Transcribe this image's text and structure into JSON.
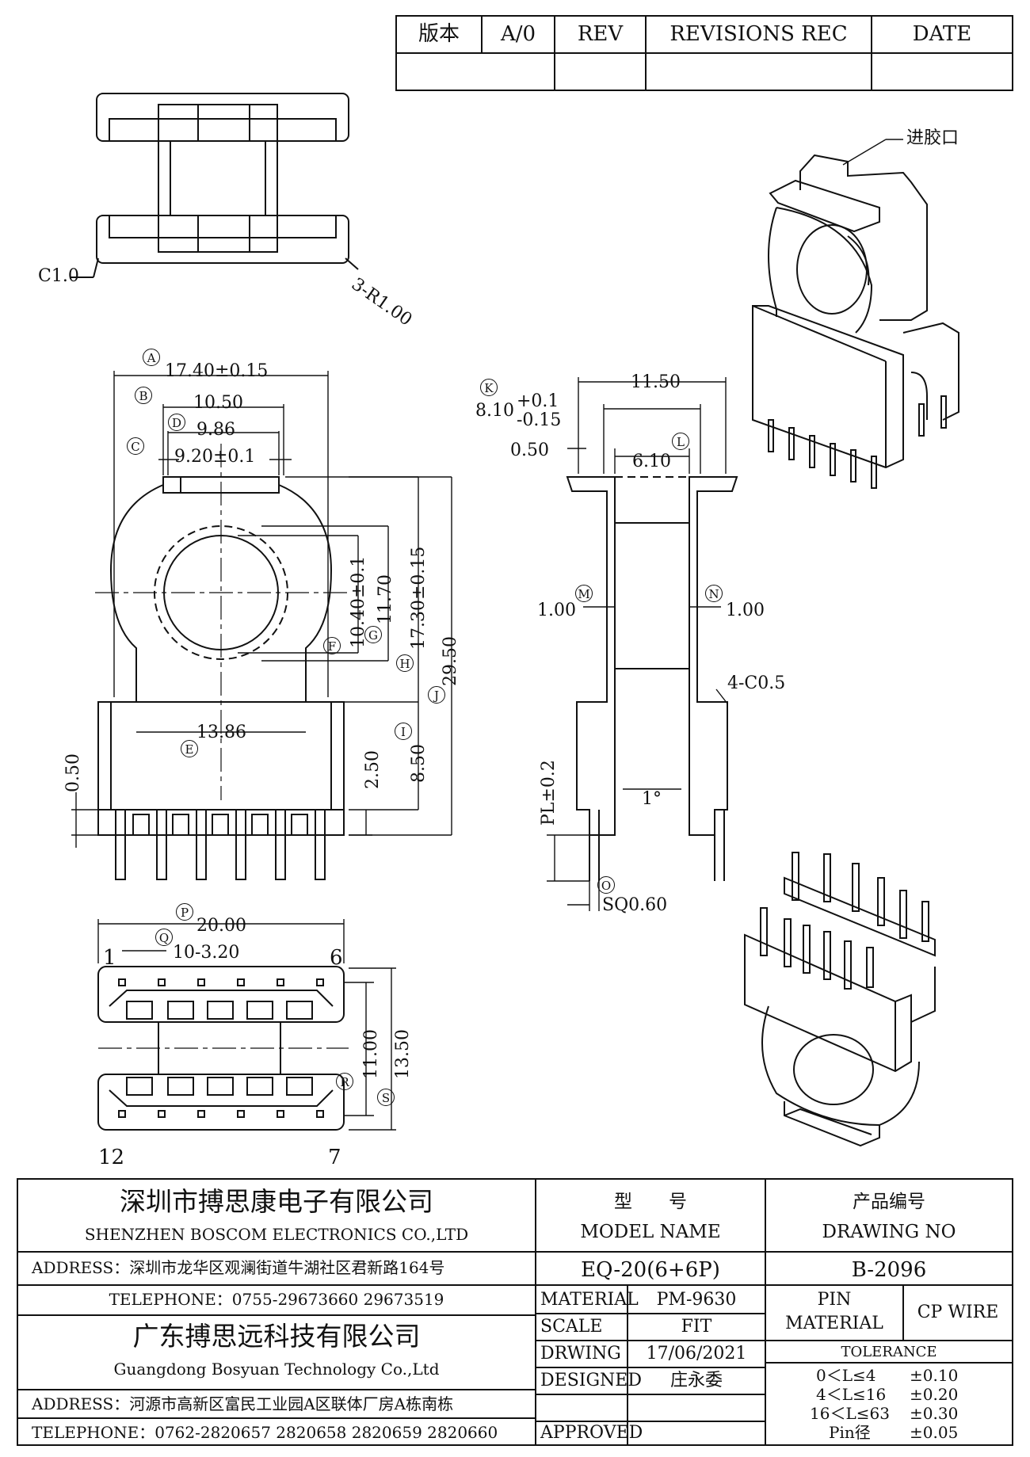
{
  "revision_block": {
    "version_label": "版本",
    "version_value": "A/0",
    "rev_header": "REV",
    "revisions_header": "REVISIONS REC",
    "date_header": "DATE"
  },
  "views": {
    "top_view": {
      "notes": {
        "chamfer": "C1.0",
        "radius": "3-R1.00"
      }
    },
    "front_view": {
      "dims": {
        "A": "17.40±0.15",
        "B": "10.50",
        "D": "9.86",
        "C": "9.20±0.1",
        "F": "10.40±0.1",
        "G": "11.70",
        "H": "17.30±0.15",
        "J": "29.50",
        "E": "13.86",
        "I": "8.50",
        "pin_height": "2.50",
        "base_offset": "0.50"
      },
      "circle_labels": [
        "A",
        "B",
        "D",
        "C",
        "F",
        "G",
        "H",
        "J",
        "E",
        "I"
      ]
    },
    "side_view": {
      "dims": {
        "width": "11.50",
        "K_main": "8.10",
        "K_plus": "+0.1",
        "K_minus": "-0.15",
        "flange": "0.50",
        "L": "6.10",
        "M": "1.00",
        "N": "1.00",
        "chamfer": "4-C0.5",
        "angle": "1°",
        "PL": "PL±0.2",
        "O": "SQ0.60"
      },
      "circle_labels": [
        "K",
        "L",
        "M",
        "N",
        "O"
      ]
    },
    "bottom_view": {
      "dims": {
        "P": "20.00",
        "Q": "10-3.20",
        "R": "11.00",
        "S": "13.50"
      },
      "pins": {
        "top_left": "1",
        "top_right": "6",
        "bottom_left": "12",
        "bottom_right": "7"
      },
      "circle_labels": [
        "P",
        "Q",
        "R",
        "S"
      ]
    },
    "iso_view": {
      "gate_label": "进胶口"
    }
  },
  "title_block": {
    "company1_cn": "深圳市搏思康电子有限公司",
    "company1_en": "SHENZHEN BOSCOM ELECTRONICS CO.,LTD",
    "address1": "ADDRESS：深圳市龙华区观澜街道牛湖社区君新路164号",
    "telephone1": "TELEPHONE：0755-29673660 29673519",
    "company2_cn": "广东搏思远科技有限公司",
    "company2_en": "Guangdong Bosyuan Technology Co.,Ltd",
    "address2": "ADDRESS：河源市高新区富民工业园A区联体厂房A栋南栋",
    "telephone2": "TELEPHONE：0762-2820657 2820658 2820659 2820660",
    "model_cn": "型　　号",
    "model_en": "MODEL NAME",
    "model_value": "EQ-20(6+6P)",
    "drawing_no_cn": "产品编号",
    "drawing_no_en": "DRAWING NO",
    "drawing_no_value": "B-2096",
    "material_label": "MATERIAL",
    "material_value": "PM-9630",
    "scale_label": "SCALE",
    "scale_value": "FIT",
    "drawing_label": "DRWING",
    "drawing_date": "17/06/2021",
    "designed_label": "DESIGNED",
    "designed_value": "庄永委",
    "approved_label": "APPROVED",
    "pin_material_label_1": "PIN",
    "pin_material_label_2": "MATERIAL",
    "pin_material_value": "CP WIRE",
    "tolerance_header": "TOLERANCE",
    "tolerances": [
      {
        "range": "0＜L≤4",
        "value": "±0.10"
      },
      {
        "range": "4＜L≤16",
        "value": "±0.20"
      },
      {
        "range": "16＜L≤63",
        "value": "±0.30"
      },
      {
        "range": "Pin径",
        "value": "±0.05"
      }
    ]
  }
}
